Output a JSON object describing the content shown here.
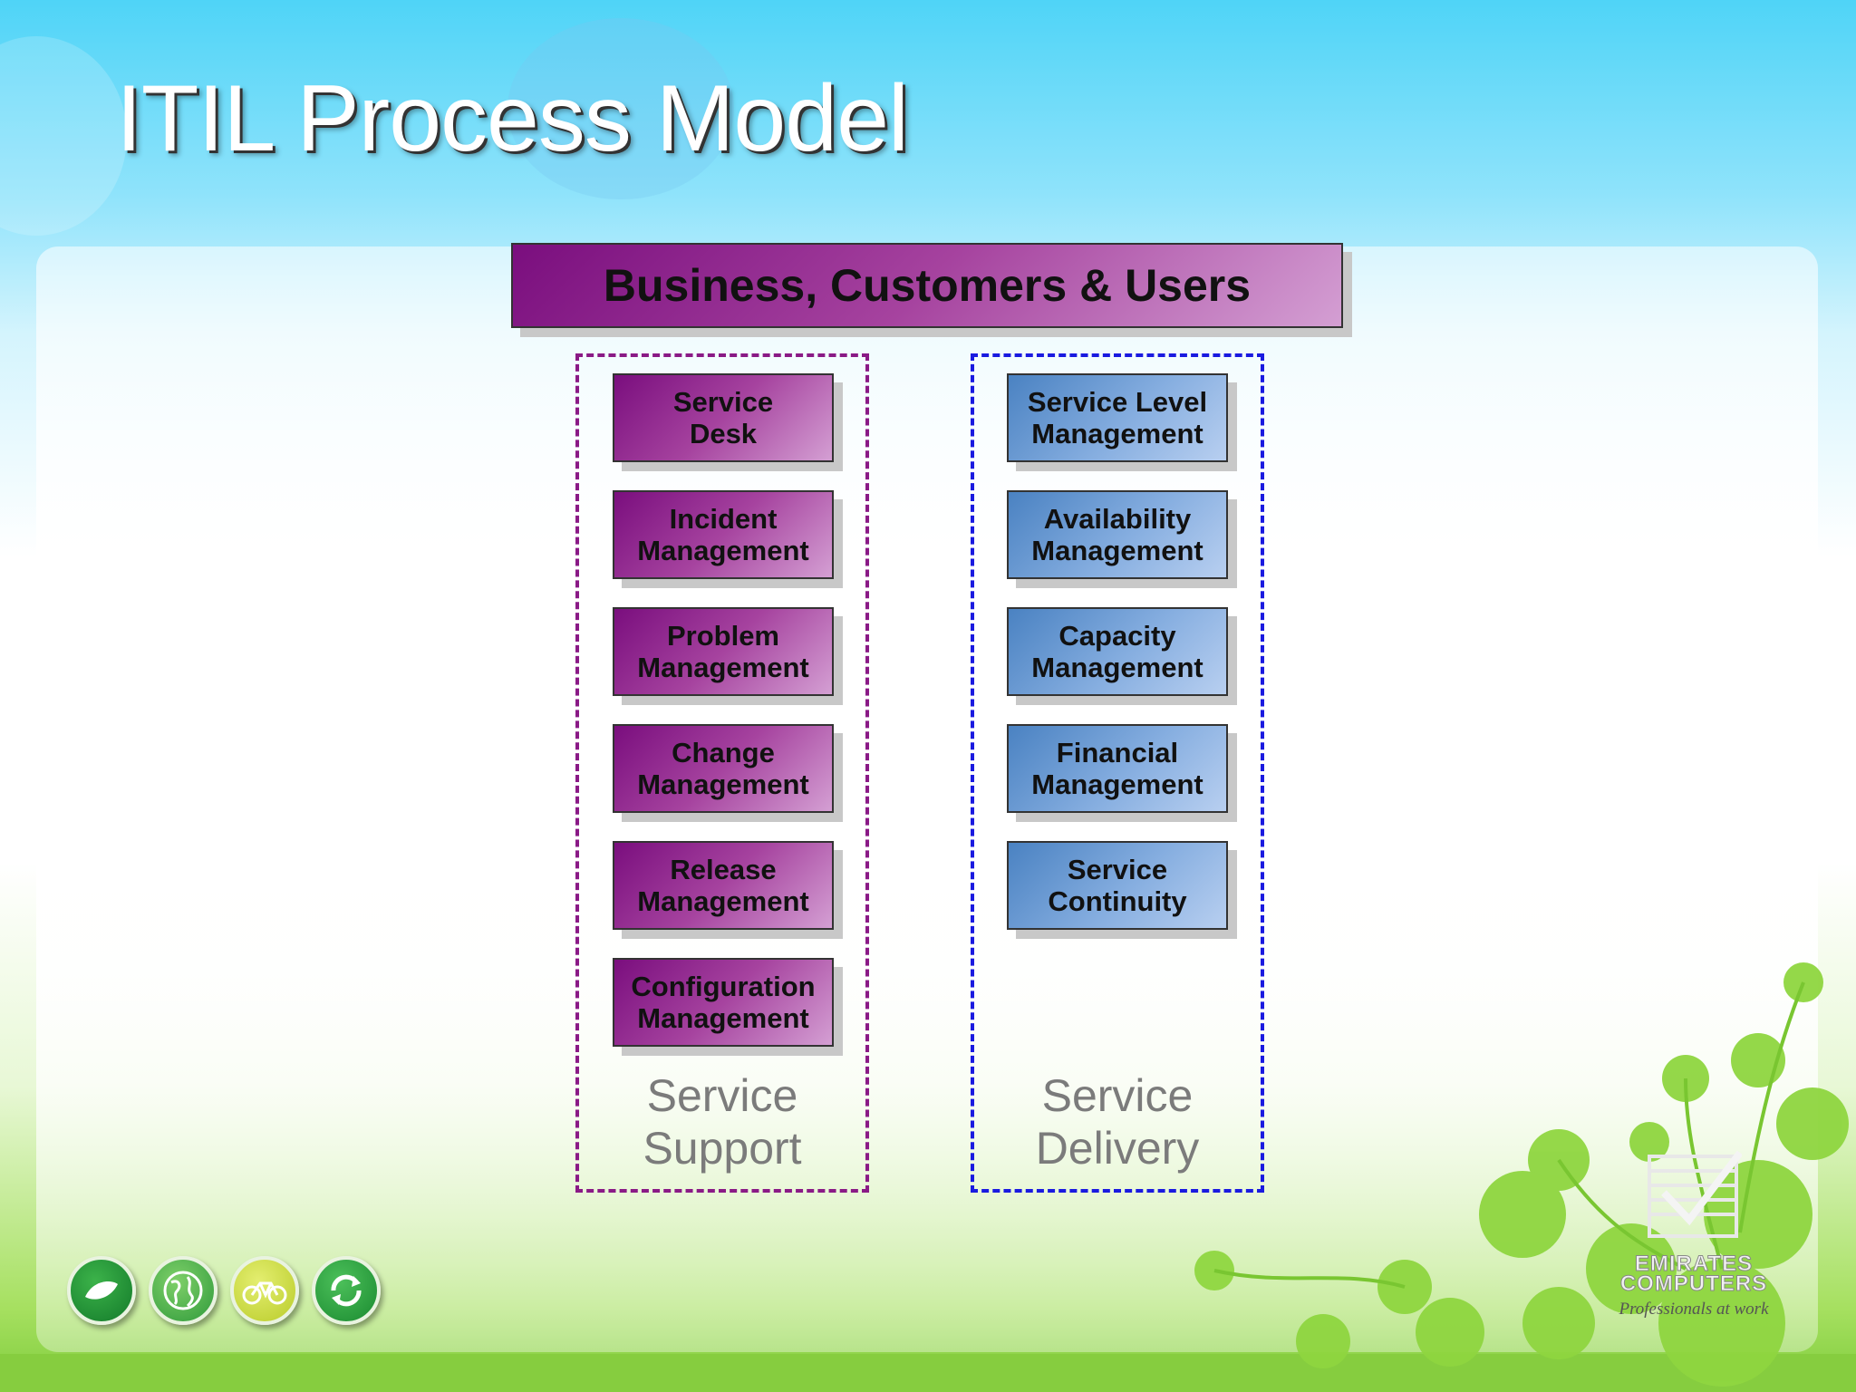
{
  "slide": {
    "title": "ITIL Process Model"
  },
  "diagram": {
    "top_box": "Business, Customers & Users",
    "groups": [
      {
        "label": "Service\nSupport",
        "border_color": "#8a1a86",
        "processes": [
          "Service\nDesk",
          "Incident\nManagement",
          "Problem\nManagement",
          "Change\nManagement",
          "Release\nManagement",
          "Configuration\nManagement"
        ]
      },
      {
        "label": "Service\nDelivery",
        "border_color": "#1a1ae0",
        "processes": [
          "Service Level\nManagement",
          "Availability\nManagement",
          "Capacity\nManagement",
          "Financial\nManagement",
          "Service\nContinuity"
        ]
      }
    ]
  },
  "branding": {
    "logo_line1": "EMIRATES",
    "logo_line2": "COMPUTERS",
    "tagline": "Professionals at work"
  },
  "nav_buttons": [
    "leaf-icon",
    "globe-icon",
    "bicycle-icon",
    "recycle-icon"
  ],
  "colors": {
    "support_box": "#8a1a86",
    "delivery_box": "#5a8fcc",
    "accent_green": "#86cd3f"
  }
}
